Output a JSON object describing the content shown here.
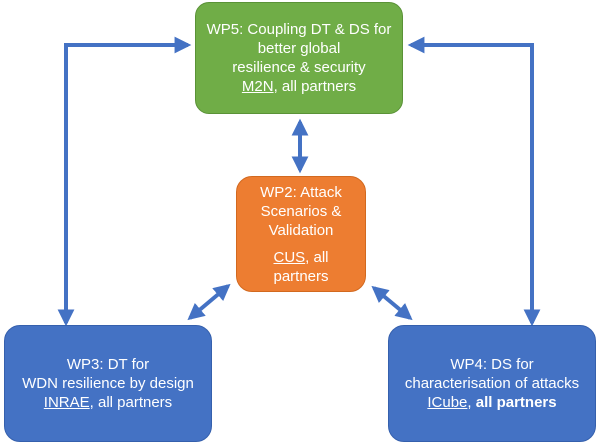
{
  "colors": {
    "wp5": "#70ad47",
    "wp2": "#ed7d31",
    "wp3": "#4472c4",
    "wp4": "#4472c4",
    "arrow": "#4472c4"
  },
  "wp5": {
    "lines": [
      "WP5: Coupling DT & DS for",
      "better global",
      "resilience & security"
    ],
    "lead": "M2N",
    "rest": ", all partners"
  },
  "wp2": {
    "lines": [
      "WP2: Attack",
      "Scenarios &",
      "Validation"
    ],
    "lead": "CUS",
    "rest": ", all",
    "tail": "partners"
  },
  "wp3": {
    "lines": [
      "WP3: DT for",
      "WDN resilience by design"
    ],
    "lead": "INRAE",
    "rest": ", all partners"
  },
  "wp4": {
    "lines": [
      "WP4: DS for",
      "characterisation of attacks"
    ],
    "lead": "ICube",
    "sep": ", ",
    "rest": "all partners"
  }
}
